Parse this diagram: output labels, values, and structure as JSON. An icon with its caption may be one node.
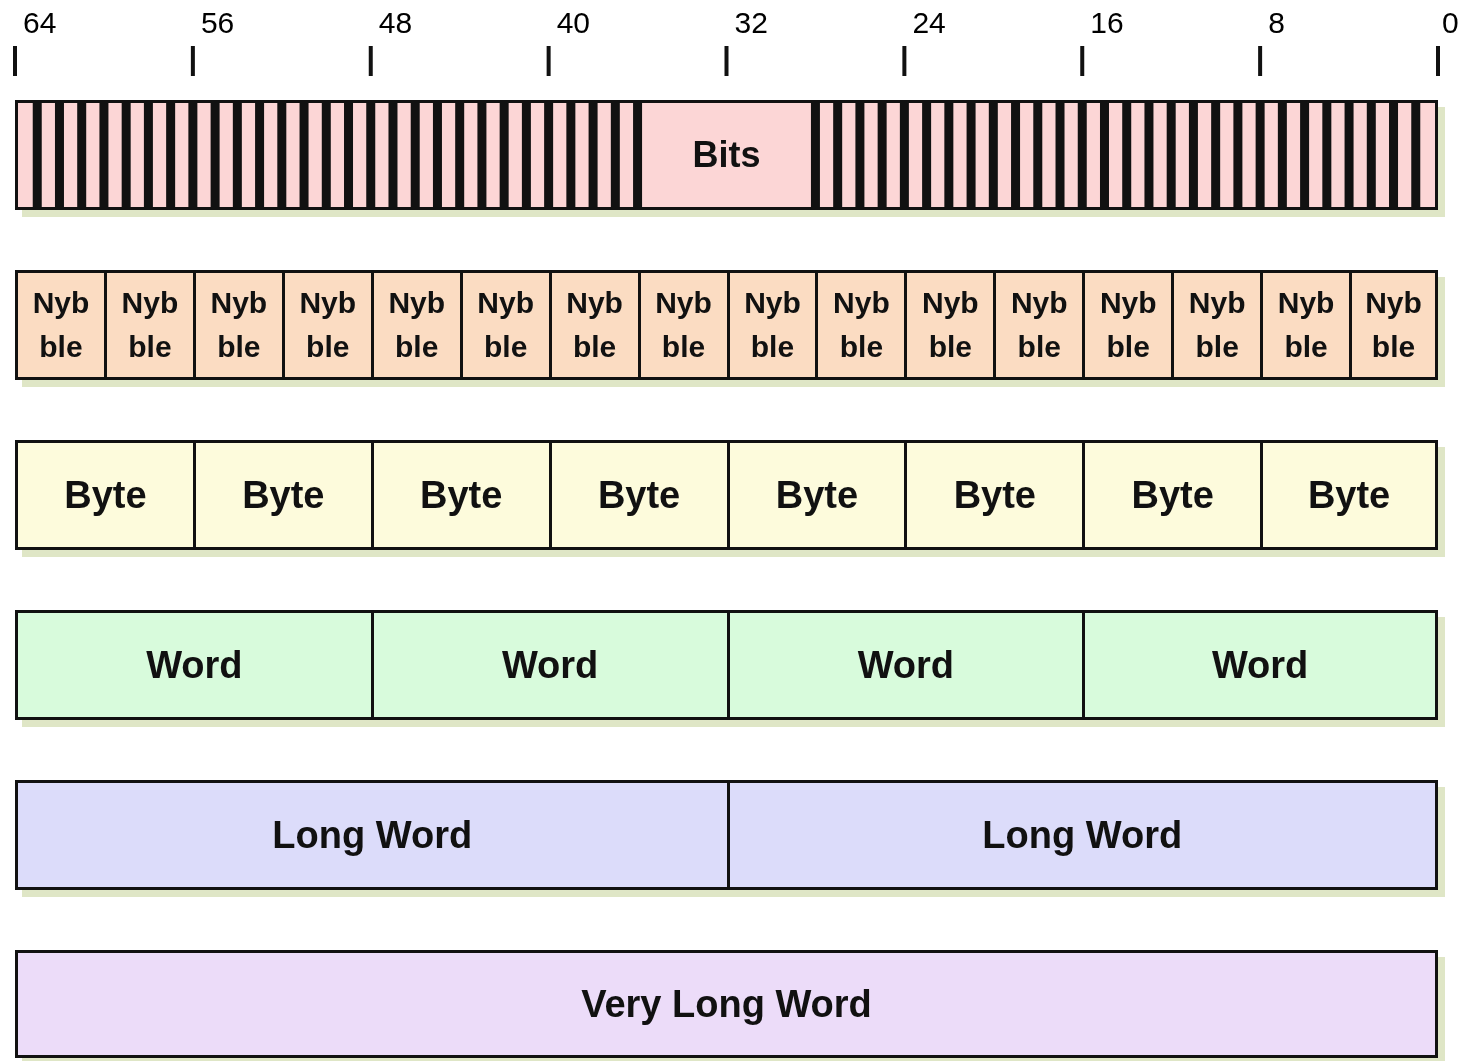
{
  "diagram": {
    "nodes": [
      {
        "text": [
          "Bits"
        ]
      },
      {
        "text": [
          "Nyb ble"
        ]
      },
      {
        "text": [
          "Nyb ble"
        ]
      },
      {
        "text": [
          "Nyb ble"
        ]
      },
      {
        "text": [
          "Nyb ble"
        ]
      },
      {
        "text": [
          "Nyb ble"
        ]
      },
      {
        "text": [
          "Nyb ble"
        ]
      },
      {
        "text": [
          "Nyb ble"
        ]
      },
      {
        "text": [
          "Nyb ble"
        ]
      },
      {
        "text": [
          "Nyb ble"
        ]
      },
      {
        "text": [
          "Nyb ble"
        ]
      },
      {
        "text": [
          "Nyb ble"
        ]
      },
      {
        "text": [
          "Nyb ble"
        ]
      },
      {
        "text": [
          "Nyb ble"
        ]
      },
      {
        "text": [
          "Nyb ble"
        ]
      },
      {
        "text": [
          "Nyb ble"
        ]
      },
      {
        "text": [
          "Nyb ble"
        ]
      },
      {
        "text": [
          "Byte"
        ]
      },
      {
        "text": [
          "Byte"
        ]
      },
      {
        "text": [
          "Byte"
        ]
      },
      {
        "text": [
          "Byte"
        ]
      },
      {
        "text": [
          "Byte"
        ]
      },
      {
        "text": [
          "Byte"
        ]
      },
      {
        "text": [
          "Byte"
        ]
      },
      {
        "text": [
          "Byte"
        ]
      },
      {
        "text": [
          "Word"
        ]
      },
      {
        "text": [
          "Word"
        ]
      },
      {
        "text": [
          "Word"
        ]
      },
      {
        "text": [
          "Word"
        ]
      },
      {
        "text": [
          "Long Word"
        ]
      },
      {
        "text": [
          "Long Word"
        ]
      },
      {
        "text": [
          "Very Long Word"
        ]
      }
    ],
    "edges": [],
    "labels": [
      "64",
      "56",
      "48",
      "40",
      "32",
      "24",
      "16",
      "8",
      "0"
    ]
  }
}
